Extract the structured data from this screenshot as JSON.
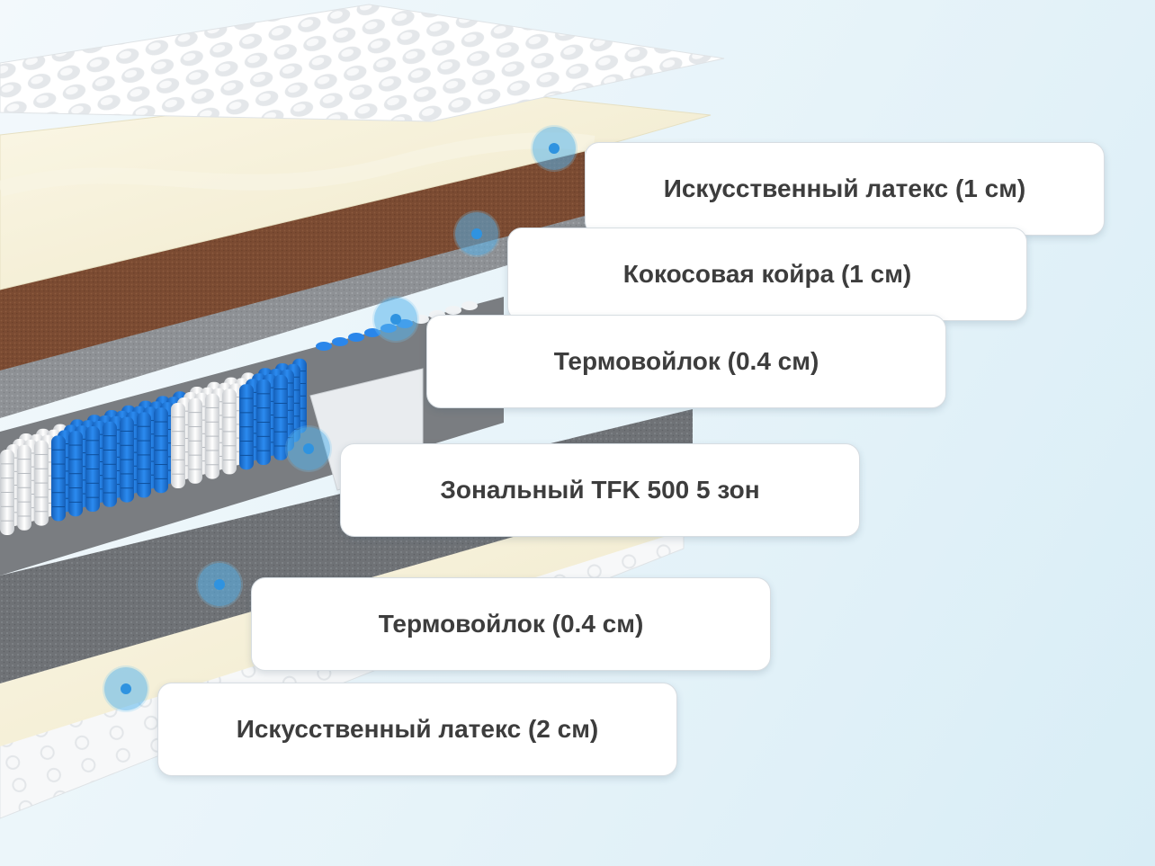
{
  "layers": [
    {
      "label": "Искусственный латекс (1 см)"
    },
    {
      "label": "Кокосовая койра (1 см)"
    },
    {
      "label": "Термовойлок (0.4 см)"
    },
    {
      "label": "Зональный TFK 500 5 зон"
    },
    {
      "label": "Термовойлок (0.4 см)"
    },
    {
      "label": "Искусственный латекс (2 см)"
    }
  ],
  "colors": {
    "latex": "#f5f0d9",
    "coir": "#7f4f36",
    "felt": "#8f9296",
    "spring_blue": "#1f78d8",
    "spring_white": "#eef0f2",
    "marker": "#2f93e0"
  }
}
